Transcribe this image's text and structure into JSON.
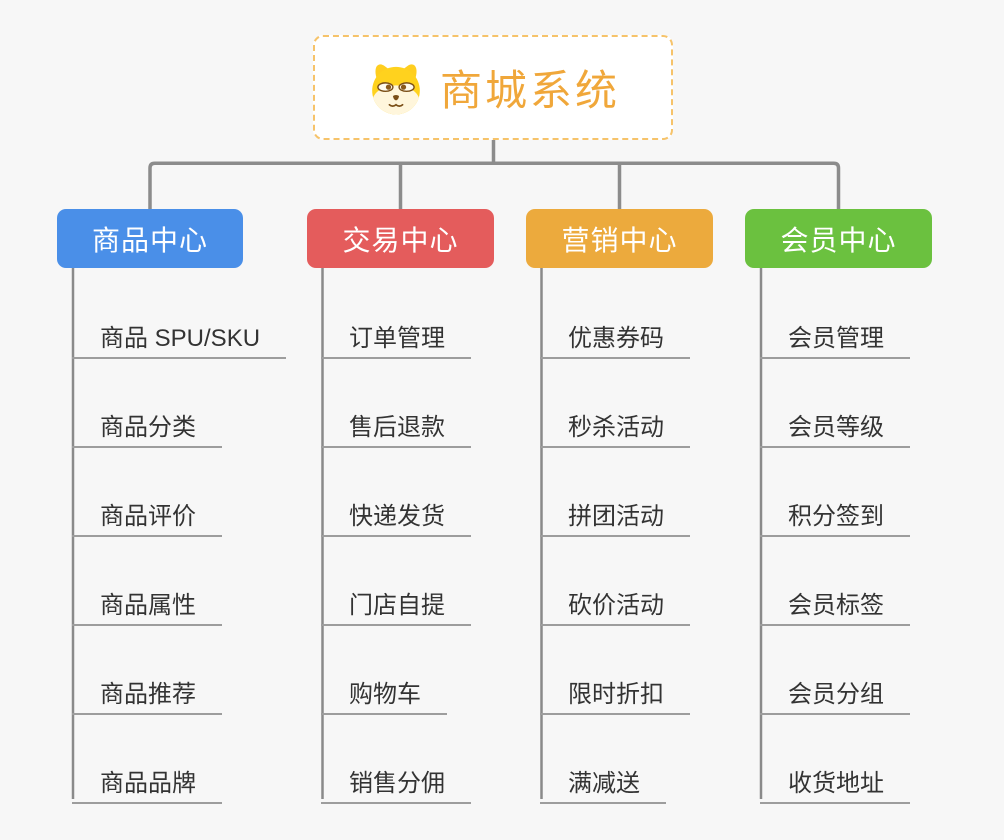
{
  "root": {
    "label": "商城系统",
    "icon": "dog-face-icon",
    "text_color": "#f0a73a",
    "border_color": "#f6c36a",
    "background": "#ffffff"
  },
  "branches": [
    {
      "label": "商品中心",
      "color": "#4a8fe8",
      "children": [
        "商品 SPU/SKU",
        "商品分类",
        "商品评价",
        "商品属性",
        "商品推荐",
        "商品品牌"
      ]
    },
    {
      "label": "交易中心",
      "color": "#e45c5c",
      "children": [
        "订单管理",
        "售后退款",
        "快递发货",
        "门店自提",
        "购物车",
        "销售分佣"
      ]
    },
    {
      "label": "营销中心",
      "color": "#ecaa3d",
      "children": [
        "优惠券码",
        "秒杀活动",
        "拼团活动",
        "砍价活动",
        "限时折扣",
        "满减送"
      ]
    },
    {
      "label": "会员中心",
      "color": "#6bc13f",
      "children": [
        "会员管理",
        "会员等级",
        "积分签到",
        "会员标签",
        "会员分组",
        "收货地址"
      ]
    }
  ],
  "styles": {
    "canvas_background": "#f7f7f7",
    "connector_color": "#8c8c8c",
    "leaf_text_color": "#333333",
    "leaf_underline_color": "#9d9d9d"
  }
}
